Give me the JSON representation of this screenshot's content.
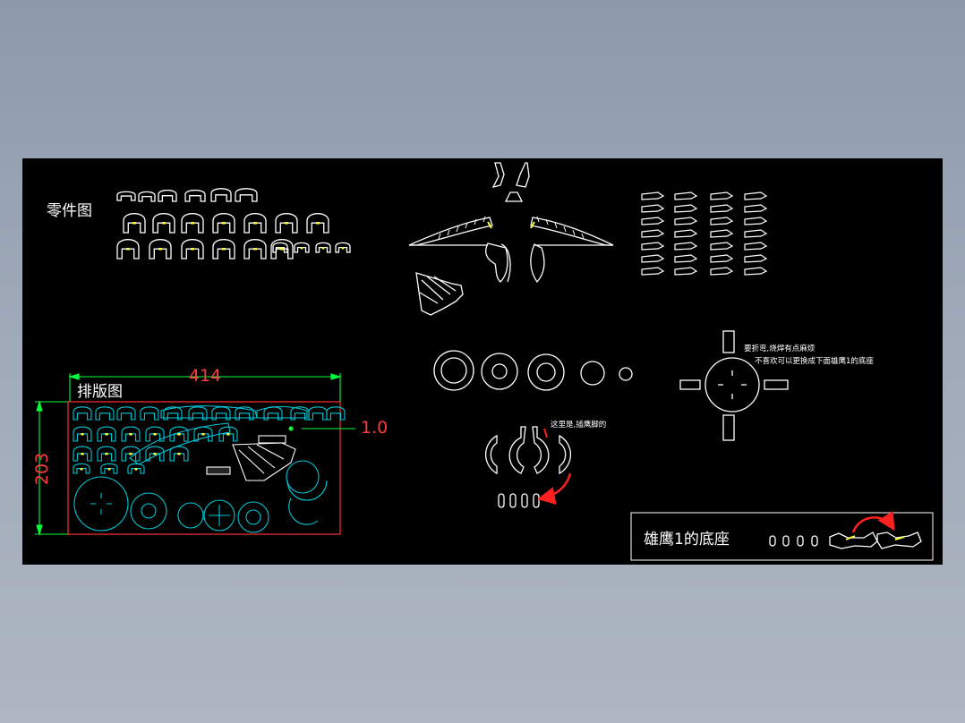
{
  "drawing": {
    "parts_title": "零件图",
    "layout_title": "排版图",
    "dim_width": "414",
    "dim_height": "203",
    "thickness": "1.0",
    "note_line1": "要折弯,烧焊有点麻烦",
    "note_line2": "不喜欢可以更换成下面雄鹰1的底座",
    "note_leg": "这里是,插鹰脚的",
    "base_title": "雄鹰1的底座"
  },
  "colors": {
    "canvas": "#000000",
    "line": "#ffffff",
    "layout_part": "#00c8d8",
    "dimension": "#00ff3c",
    "dimension_text_green": "#ff3c3c",
    "border": "#ff3030",
    "arrow": "#ff2020",
    "accent_yellow": "#ffff40"
  }
}
